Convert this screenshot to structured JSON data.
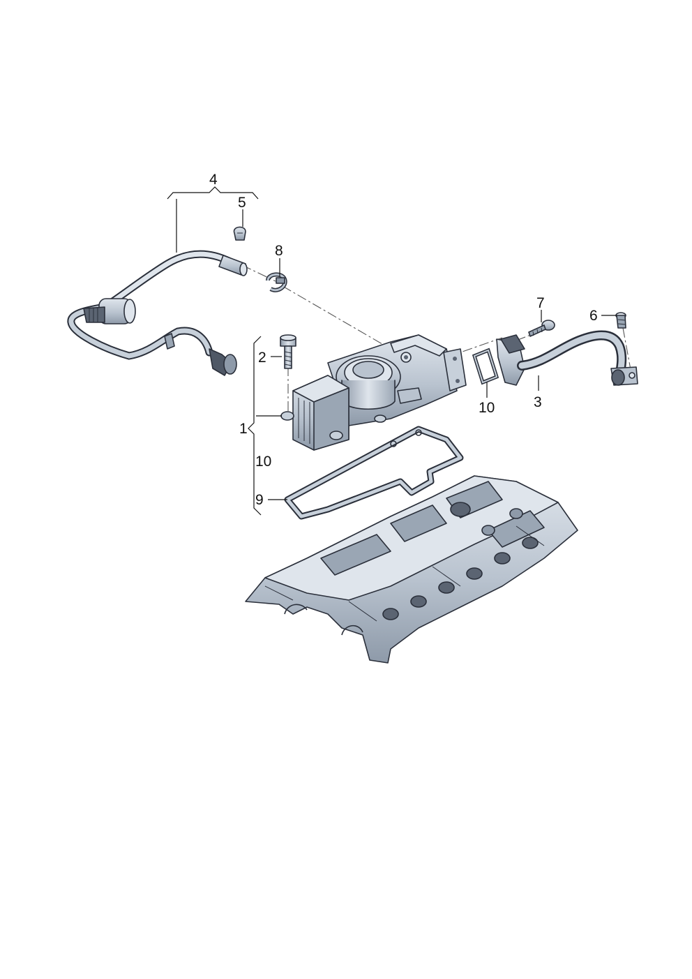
{
  "callouts": {
    "c1": "1",
    "c2": "2",
    "c3": "3",
    "c4": "4",
    "c5": "5",
    "c6": "6",
    "c7": "7",
    "c8": "8",
    "c9": "9",
    "c10_gasket": "10",
    "c10_cover": "10"
  },
  "colors": {
    "part_fill": "#b9c3cf",
    "part_shade": "#8e9aa9",
    "part_light": "#dfe5ec",
    "outline": "#2a2f3a"
  }
}
